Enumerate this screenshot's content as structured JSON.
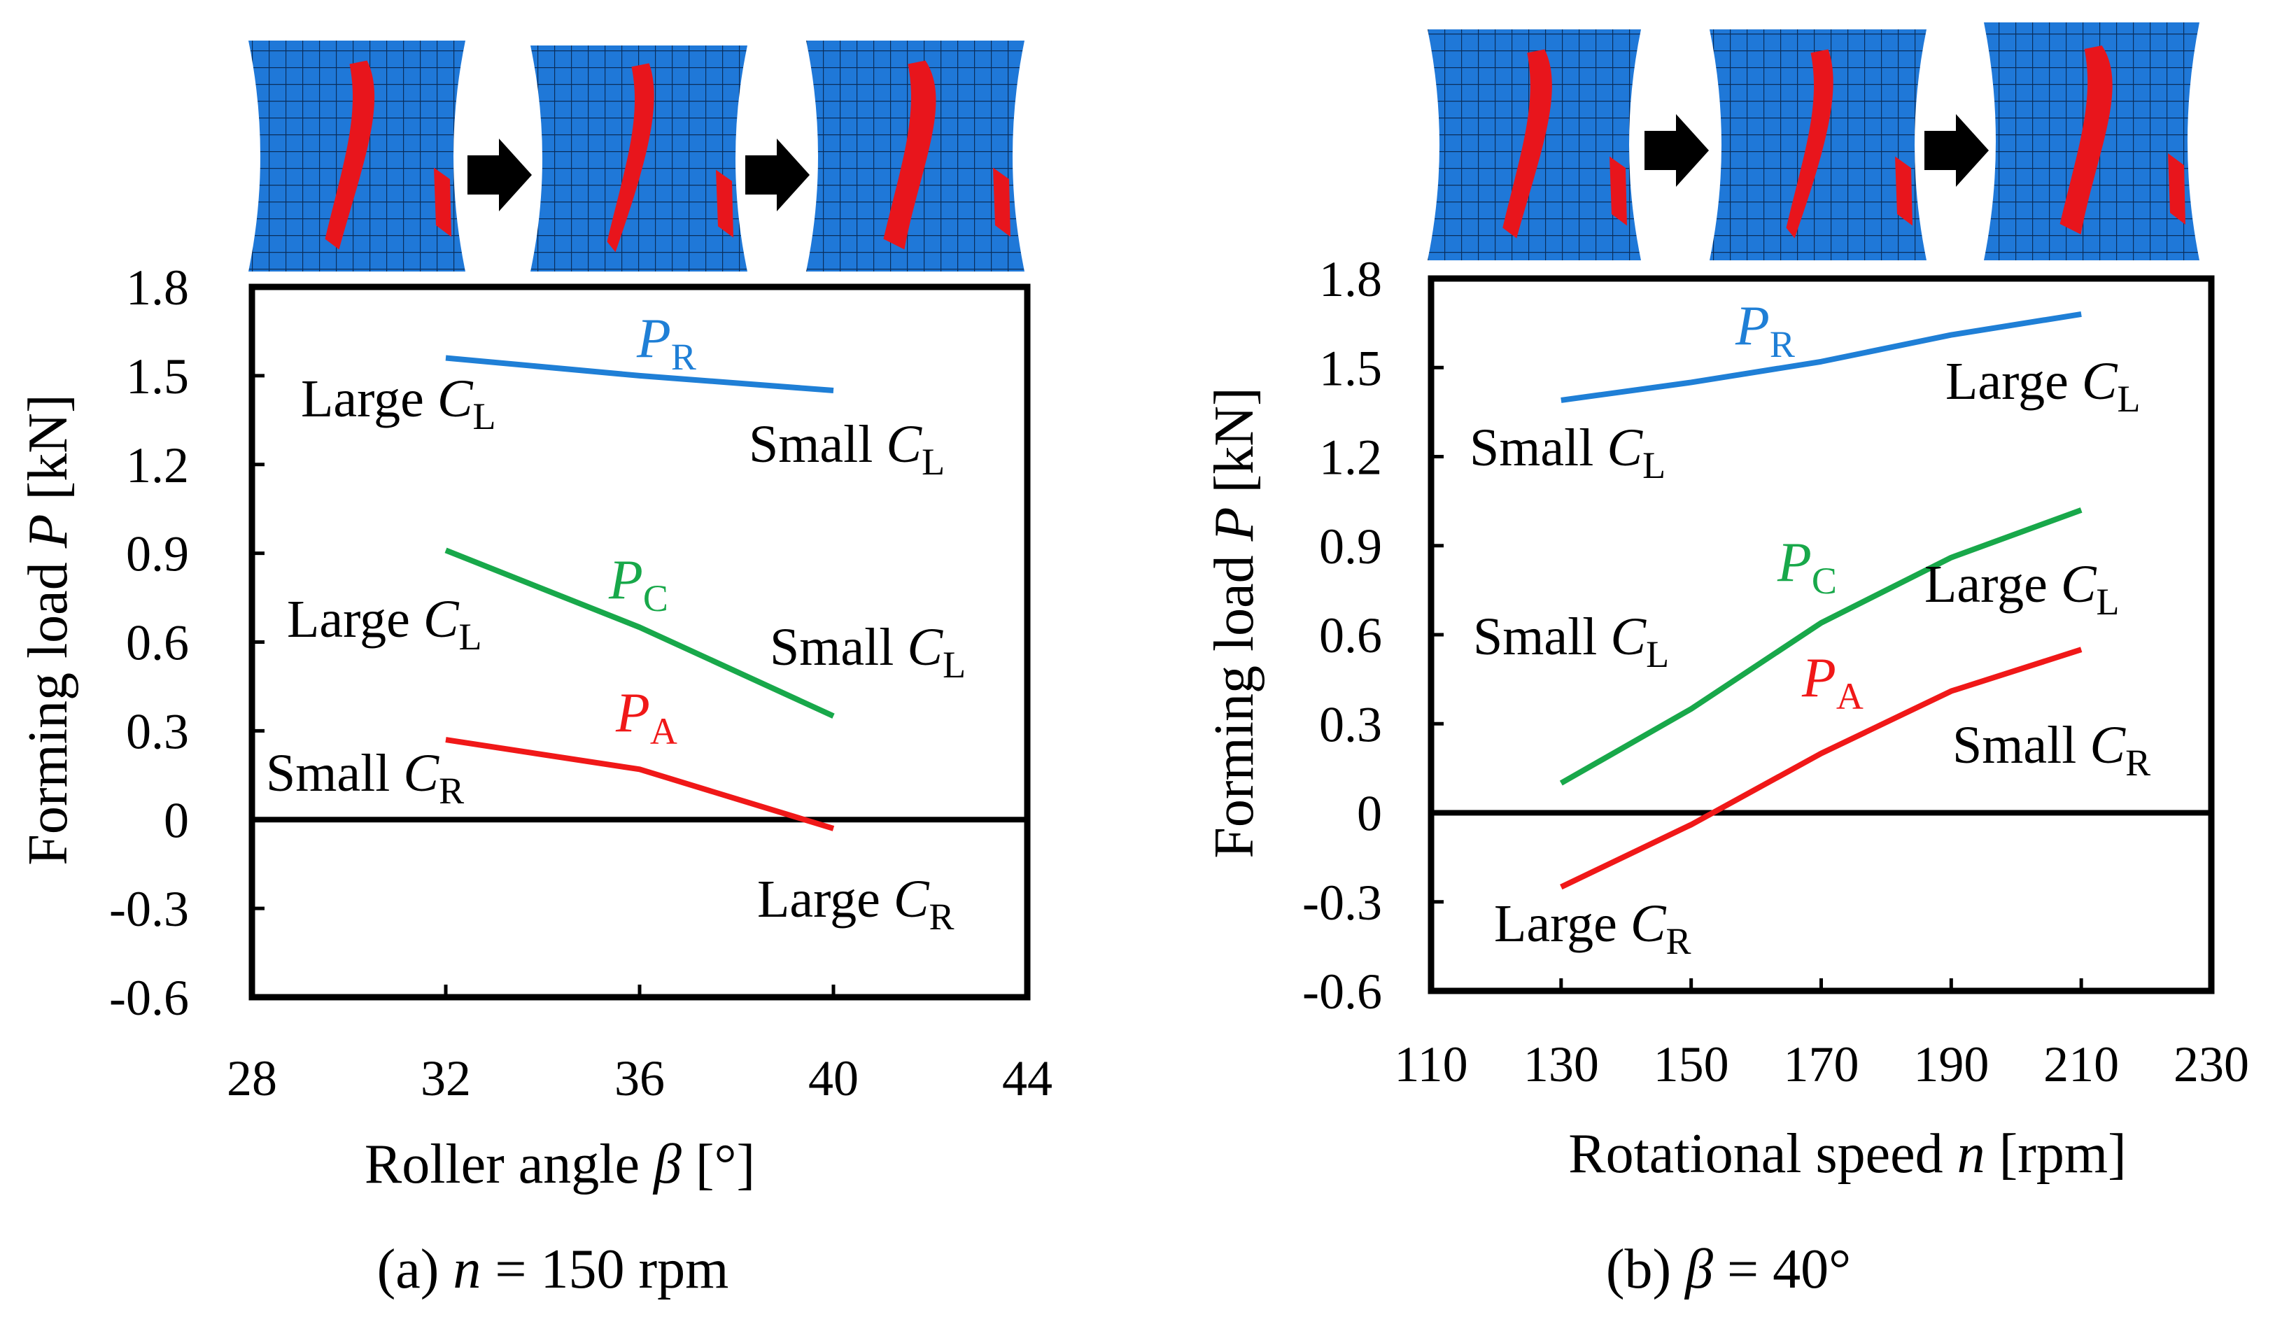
{
  "colors": {
    "P_R": "#1f7fd6",
    "P_C": "#18a84a",
    "P_A": "#f01818",
    "mesh_blue": "#1f78d8",
    "mesh_red": "#e8151c",
    "frame": "#000000"
  },
  "chart_data": [
    {
      "type": "line",
      "caption": "(a) n = 150 rpm",
      "caption_parts": {
        "prefix": "(a) ",
        "symbol": "n",
        "rest": " = 150 rpm"
      },
      "xlabel": "Roller angle β [°]",
      "xlabel_parts": {
        "text": "Roller angle ",
        "symbol": "β",
        "unit": " [°]"
      },
      "ylabel": "Forming load P [kN]",
      "ylabel_parts": {
        "text": "Forming load ",
        "symbol": "P",
        "unit": " [kN]"
      },
      "xlim": [
        28,
        44
      ],
      "ylim": [
        -0.6,
        1.8
      ],
      "xticks": [
        28,
        32,
        36,
        40,
        44
      ],
      "yticks": [
        1.8,
        1.5,
        1.2,
        0.9,
        0.6,
        0.3,
        0,
        -0.3,
        -0.6
      ],
      "ytick_labels": [
        "1.8",
        "1.5",
        "1.2",
        "0.9",
        "0.6",
        "0.3",
        "0",
        "-0.3",
        "-0.6"
      ],
      "zero_line": true,
      "grid": false,
      "series": [
        {
          "name": "P_R",
          "label_main": "P",
          "label_sub": "R",
          "x": [
            32,
            36,
            40
          ],
          "y": [
            1.56,
            1.5,
            1.45
          ]
        },
        {
          "name": "P_C",
          "label_main": "P",
          "label_sub": "C",
          "x": [
            32,
            36,
            40
          ],
          "y": [
            0.91,
            0.65,
            0.35
          ]
        },
        {
          "name": "P_A",
          "label_main": "P",
          "label_sub": "A",
          "x": [
            32,
            36,
            40
          ],
          "y": [
            0.27,
            0.17,
            -0.03
          ]
        }
      ],
      "annotations": [
        {
          "text": "Large ",
          "main": "C",
          "sub": "L"
        },
        {
          "text": "Small ",
          "main": "C",
          "sub": "L"
        },
        {
          "text": "Large ",
          "main": "C",
          "sub": "L"
        },
        {
          "text": "Small ",
          "main": "C",
          "sub": "L"
        },
        {
          "text": "Small ",
          "main": "C",
          "sub": "R"
        },
        {
          "text": "Large ",
          "main": "C",
          "sub": "R"
        }
      ],
      "mesh_images": 3
    },
    {
      "type": "line",
      "caption": "(b) β = 40°",
      "caption_parts": {
        "prefix": "(b) ",
        "symbol": "β",
        "rest": " = 40°"
      },
      "xlabel": "Rotational speed n [rpm]",
      "xlabel_parts": {
        "text": "Rotational speed ",
        "symbol": "n",
        "unit": " [rpm]"
      },
      "ylabel": "Forming load P [kN]",
      "ylabel_parts": {
        "text": "Forming load ",
        "symbol": "P",
        "unit": " [kN]"
      },
      "xlim": [
        110,
        230
      ],
      "ylim": [
        -0.6,
        1.8
      ],
      "xticks": [
        110,
        130,
        150,
        170,
        190,
        210,
        230
      ],
      "yticks": [
        1.8,
        1.5,
        1.2,
        0.9,
        0.6,
        0.3,
        0,
        -0.3,
        -0.6
      ],
      "ytick_labels": [
        "1.8",
        "1.5",
        "1.2",
        "0.9",
        "0.6",
        "0.3",
        "0",
        "-0.3",
        "-0.6"
      ],
      "zero_line": true,
      "grid": false,
      "series": [
        {
          "name": "P_R",
          "label_main": "P",
          "label_sub": "R",
          "x": [
            130,
            150,
            170,
            190,
            210
          ],
          "y": [
            1.39,
            1.45,
            1.52,
            1.61,
            1.68
          ]
        },
        {
          "name": "P_C",
          "label_main": "P",
          "label_sub": "C",
          "x": [
            130,
            150,
            170,
            190,
            210
          ],
          "y": [
            0.1,
            0.35,
            0.64,
            0.86,
            1.02
          ]
        },
        {
          "name": "P_A",
          "label_main": "P",
          "label_sub": "A",
          "x": [
            130,
            150,
            170,
            190,
            210
          ],
          "y": [
            -0.25,
            -0.04,
            0.2,
            0.41,
            0.55
          ]
        }
      ],
      "annotations": [
        {
          "text": "Small ",
          "main": "C",
          "sub": "L"
        },
        {
          "text": "Large ",
          "main": "C",
          "sub": "L"
        },
        {
          "text": "Small ",
          "main": "C",
          "sub": "L"
        },
        {
          "text": "Large ",
          "main": "C",
          "sub": "L"
        },
        {
          "text": "Small ",
          "main": "C",
          "sub": "R"
        },
        {
          "text": "Large ",
          "main": "C",
          "sub": "R"
        }
      ],
      "mesh_images": 3
    }
  ]
}
